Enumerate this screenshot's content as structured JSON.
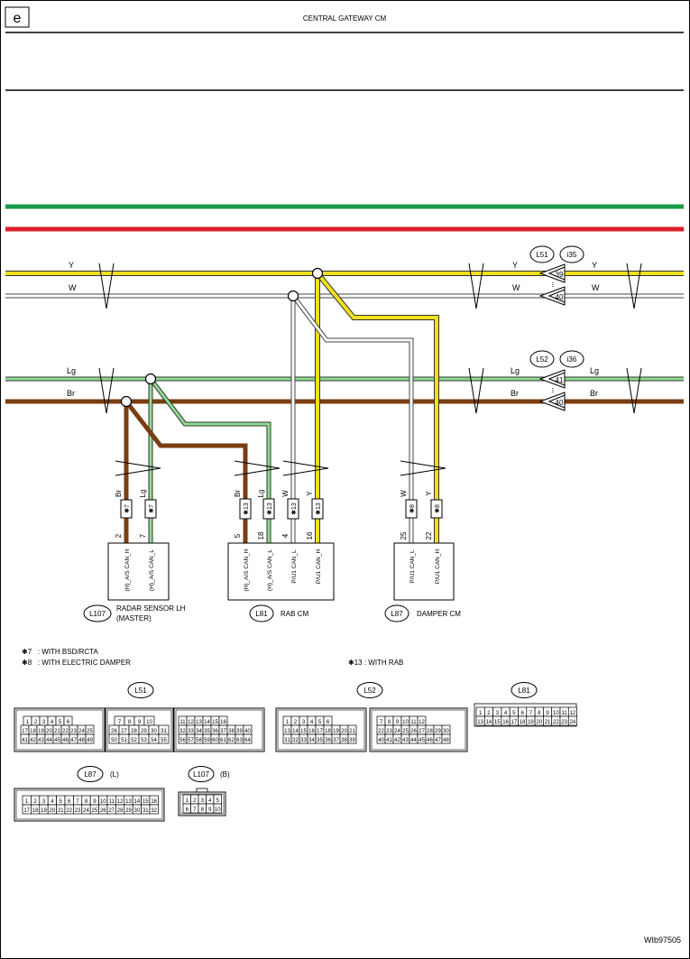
{
  "header": {
    "page_letter": "e",
    "title": "CENTRAL GATEWAY CM"
  },
  "colors": {
    "green_bus": "#1a9a4a",
    "red_bus": "#d92028",
    "yellow": "#f2e01c",
    "white": "#ffffff",
    "light_green": "#8fdc8f",
    "brown": "#7a3e12"
  },
  "wire_labels": {
    "Y": "Y",
    "W": "W",
    "Lg": "Lg",
    "Br": "Br"
  },
  "connectors": {
    "L51": "L51",
    "i35": "i35",
    "L52": "L52",
    "i36": "i36",
    "pin39": "39",
    "pin40a": "40",
    "pin41": "41",
    "pin40b": "40"
  },
  "stars": {
    "s7": "✱7",
    "s13": "✱13",
    "s8": "✱8"
  },
  "modules": {
    "radar": {
      "conn": "L107",
      "name": "RADAR SENSOR LH",
      "sub": "(MASTER)",
      "pins": [
        "2",
        "7"
      ],
      "signals": [
        "(H)_A/S CAN_H",
        "(H)_A/S CAN_L"
      ]
    },
    "rab": {
      "conn": "L81",
      "name": "RAB CM",
      "pins": [
        "5",
        "18",
        "4",
        "16"
      ],
      "signals": [
        "(H)_A/S CAN_H",
        "(H)_A/S CAN_L",
        "P/U1 CAN_L",
        "P/U1 CAN_H"
      ]
    },
    "damper": {
      "conn": "L87",
      "name": "DAMPER CM",
      "pins": [
        "25",
        "22"
      ],
      "signals": [
        "P/U1 CAN_L",
        "P/U1 CAN_H"
      ]
    }
  },
  "notes": {
    "n7": "✱7   : WITH BSD/RCTA",
    "n8": "✱8   : WITH ELECTRIC DAMPER",
    "n13": "✱13 : WITH RAB"
  },
  "faces": {
    "L51": {
      "label": "L51",
      "a_rows": [
        [
          "1",
          "2",
          "3",
          "4",
          "5",
          "6"
        ],
        [
          "17",
          "18",
          "19",
          "20",
          "21",
          "22",
          "23",
          "24",
          "25"
        ],
        [
          "41",
          "42",
          "43",
          "44",
          "45",
          "46",
          "47",
          "48",
          "49"
        ]
      ],
      "b_rows": [
        [
          "7",
          "8",
          "9",
          "10"
        ],
        [
          "26",
          "27",
          "28",
          "29",
          "30",
          "31"
        ],
        [
          "50",
          "51",
          "52",
          "53",
          "54",
          "55"
        ]
      ],
      "c_rows": [
        [
          "11",
          "12",
          "13",
          "14",
          "15",
          "16"
        ],
        [
          "32",
          "33",
          "34",
          "35",
          "36",
          "37",
          "38",
          "39",
          "40"
        ],
        [
          "56",
          "57",
          "58",
          "59",
          "60",
          "61",
          "62",
          "63",
          "64"
        ]
      ]
    },
    "L52": {
      "label": "L52",
      "a_rows": [
        [
          "1",
          "2",
          "3",
          "4",
          "5",
          "6"
        ],
        [
          "13",
          "14",
          "15",
          "16",
          "17",
          "18",
          "19",
          "20",
          "21"
        ],
        [
          "31",
          "32",
          "33",
          "34",
          "35",
          "36",
          "37",
          "38",
          "39"
        ]
      ],
      "b_rows": [
        [
          "7",
          "8",
          "9",
          "10",
          "11",
          "12"
        ],
        [
          "22",
          "23",
          "24",
          "25",
          "26",
          "27",
          "28",
          "29",
          "30"
        ],
        [
          "40",
          "41",
          "42",
          "43",
          "44",
          "45",
          "46",
          "47",
          "48"
        ]
      ]
    },
    "L81": {
      "label": "L81",
      "rows": [
        [
          "1",
          "2",
          "3",
          "4",
          "5",
          "6",
          "7",
          "8",
          "9",
          "10",
          "11",
          "12"
        ],
        [
          "13",
          "14",
          "15",
          "16",
          "17",
          "18",
          "19",
          "20",
          "21",
          "22",
          "23",
          "24"
        ]
      ]
    },
    "L87": {
      "label": "L87",
      "tag": "(L)",
      "rows": [
        [
          "1",
          "2",
          "3",
          "4",
          "5",
          "6",
          "7",
          "8",
          "9",
          "10",
          "11",
          "12",
          "13",
          "14",
          "15",
          "16"
        ],
        [
          "17",
          "18",
          "19",
          "20",
          "21",
          "22",
          "23",
          "24",
          "25",
          "26",
          "27",
          "28",
          "29",
          "30",
          "31",
          "32"
        ]
      ]
    },
    "L107": {
      "label": "L107",
      "tag": "(B)",
      "rows": [
        [
          "1",
          "2",
          "3",
          "4",
          "5"
        ],
        [
          "6",
          "7",
          "8",
          "9",
          "10"
        ]
      ]
    }
  },
  "footer": {
    "code": "WIb97505"
  }
}
